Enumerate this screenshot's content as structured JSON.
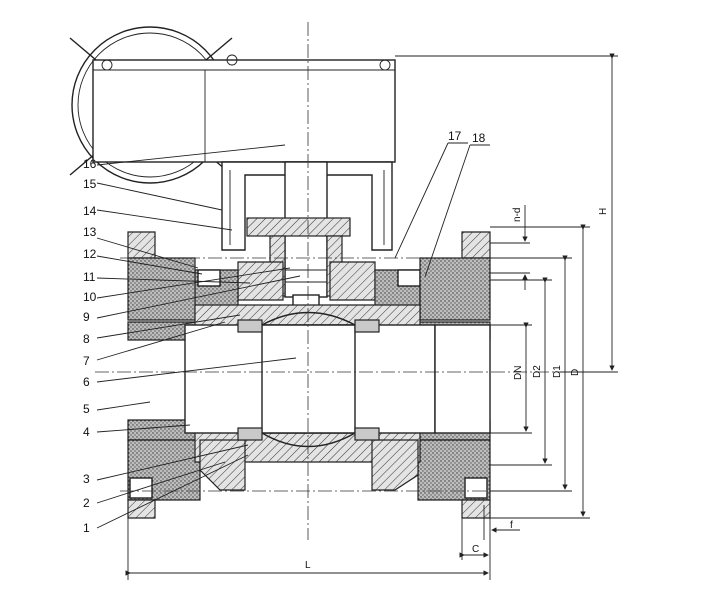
{
  "part_numbers": [
    "1",
    "2",
    "3",
    "4",
    "5",
    "6",
    "7",
    "8",
    "9",
    "10",
    "11",
    "12",
    "13",
    "14",
    "15",
    "16",
    "17",
    "18"
  ],
  "dimensions": {
    "length": "L",
    "height": "H",
    "flange_od": "D",
    "bolt_circle": "D1",
    "raised_face": "D2",
    "bore": "DN",
    "raised_face_height": "f",
    "flange_thickness": "C",
    "bolt_holes": "n-d"
  }
}
